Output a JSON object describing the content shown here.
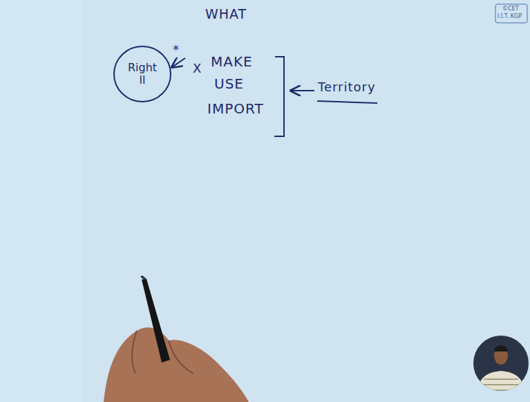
{
  "diagram": {
    "nodes": [
      {
        "text": [
          "Right",
          "II"
        ]
      }
    ],
    "labels": [
      "WHAT",
      "*",
      "X",
      "MAKE",
      "USE",
      "IMPORT",
      "Territory",
      "©CET",
      "I.I.T. KGP"
    ]
  }
}
